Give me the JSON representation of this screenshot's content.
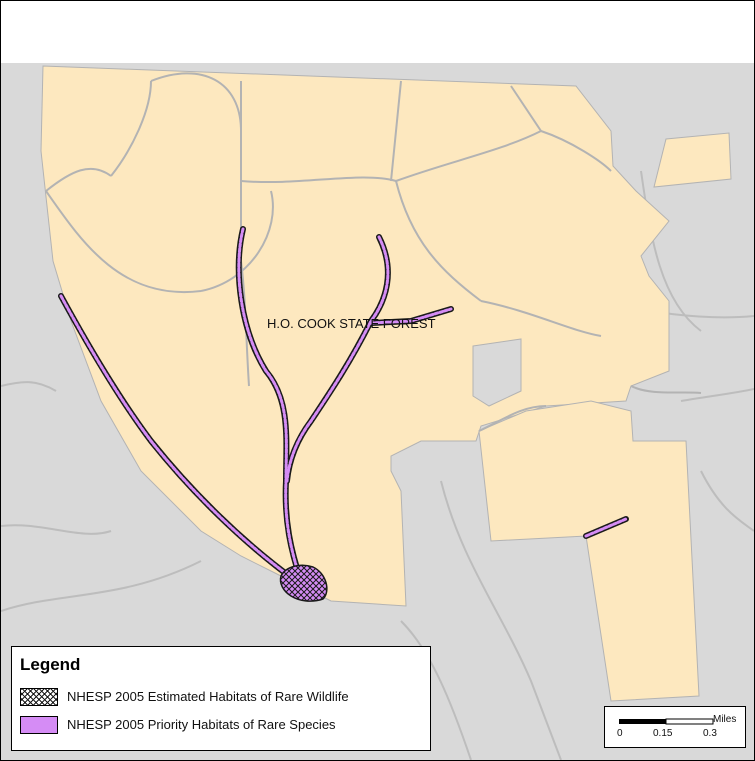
{
  "map": {
    "label": "H.O. COOK STATE FOREST",
    "colors": {
      "background": "#d9d9d9",
      "forest": "#fde8bf",
      "roads": "#b3b3b3",
      "habitat_outline": "#1a1a1a",
      "priority": "#d58cf5"
    }
  },
  "legend": {
    "title": "Legend",
    "items": [
      {
        "label": "NHESP 2005 Estimated Habitats of Rare Wildlife",
        "swatch": "crosshatch"
      },
      {
        "label": "NHESP 2005 Priority Habitats of Rare Species",
        "swatch": "#d58cf5"
      }
    ]
  },
  "scalebar": {
    "units": "Miles",
    "ticks": [
      "0",
      "0.15",
      "0.3"
    ]
  }
}
